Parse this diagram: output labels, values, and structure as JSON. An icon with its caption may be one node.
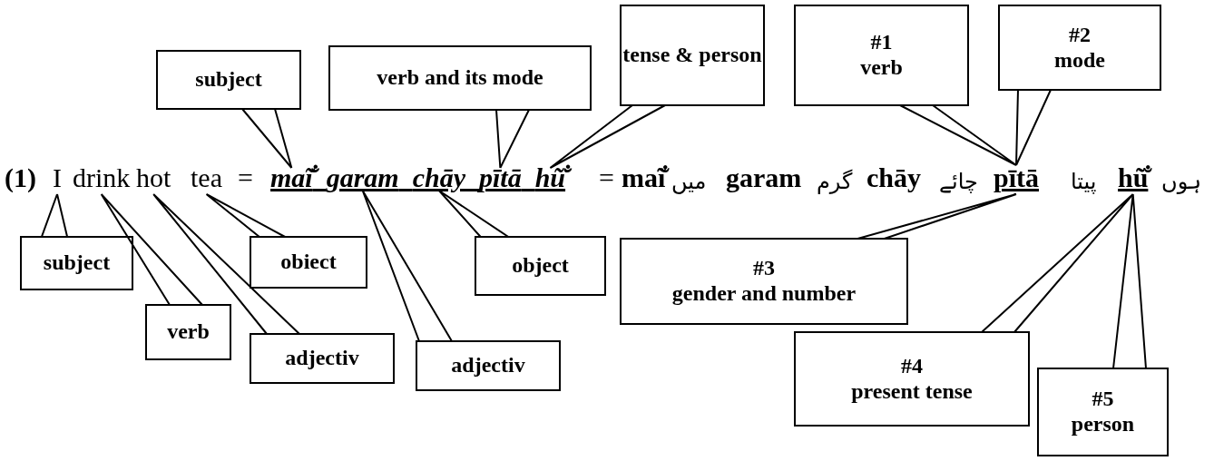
{
  "diagram": {
    "nodes": [
      {
        "text": [
          "subject"
        ]
      },
      {
        "text": [
          "verb and its mode"
        ]
      },
      {
        "text": [
          "tense & person"
        ]
      },
      {
        "text": [
          "#1",
          "verb"
        ]
      },
      {
        "text": [
          "#2",
          "mode"
        ]
      },
      {
        "text": [
          "I"
        ]
      },
      {
        "text": [
          "drink"
        ]
      },
      {
        "text": [
          "hot"
        ]
      },
      {
        "text": [
          "tea"
        ]
      },
      {
        "text": [
          "maĩ̐"
        ]
      },
      {
        "text": [
          "garam"
        ]
      },
      {
        "text": [
          "chāy"
        ]
      },
      {
        "text": [
          "pītā"
        ]
      },
      {
        "text": [
          "hũ̐"
        ]
      },
      {
        "text": [
          "pītā"
        ]
      },
      {
        "text": [
          "hũ̐"
        ]
      },
      {
        "text": [
          "subject"
        ]
      },
      {
        "text": [
          "verb"
        ]
      },
      {
        "text": [
          "adjectiv"
        ]
      },
      {
        "text": [
          "obiect"
        ]
      },
      {
        "text": [
          "adjectiv"
        ]
      },
      {
        "text": [
          "object"
        ]
      },
      {
        "text": [
          "#3",
          "gender and number"
        ]
      },
      {
        "text": [
          "#4",
          "present tense"
        ]
      },
      {
        "text": [
          "#5",
          "person"
        ]
      }
    ],
    "edges": [
      {
        "from": 0,
        "to": 9,
        "arrow": "none"
      },
      {
        "from": 1,
        "to": 12,
        "arrow": "none"
      },
      {
        "from": 2,
        "to": 13,
        "arrow": "none"
      },
      {
        "from": 3,
        "to": 14,
        "arrow": "none"
      },
      {
        "from": 4,
        "to": 14,
        "arrow": "none"
      },
      {
        "from": 16,
        "to": 5,
        "arrow": "none"
      },
      {
        "from": 17,
        "to": 6,
        "arrow": "none"
      },
      {
        "from": 18,
        "to": 7,
        "arrow": "none"
      },
      {
        "from": 19,
        "to": 8,
        "arrow": "none"
      },
      {
        "from": 20,
        "to": 10,
        "arrow": "none"
      },
      {
        "from": 21,
        "to": 11,
        "arrow": "none"
      },
      {
        "from": 22,
        "to": 14,
        "arrow": "none"
      },
      {
        "from": 23,
        "to": 15,
        "arrow": "none"
      },
      {
        "from": 24,
        "to": 15,
        "arrow": "none"
      }
    ],
    "labels": [
      "(1)",
      "=",
      "=",
      "maĩ̐",
      "میں",
      "garam",
      "گرم",
      "chāy",
      "چائے",
      "پیتا",
      "ہوں"
    ]
  }
}
